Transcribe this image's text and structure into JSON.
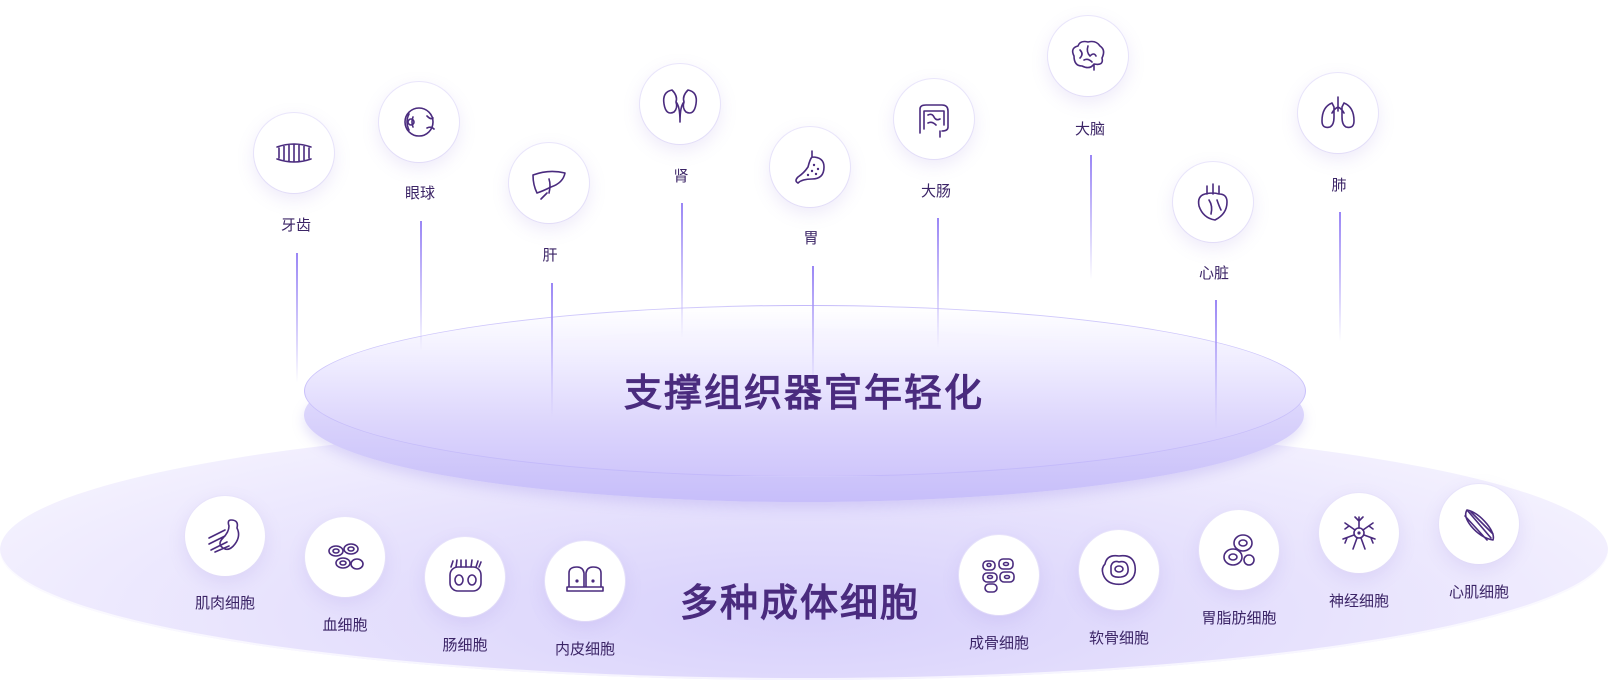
{
  "upper": {
    "title": "支撑组织器官年轻化",
    "organs": [
      {
        "label": "牙齿",
        "icon": "teeth-icon"
      },
      {
        "label": "眼球",
        "icon": "eyeball-icon"
      },
      {
        "label": "肝",
        "icon": "liver-icon"
      },
      {
        "label": "肾",
        "icon": "kidney-icon"
      },
      {
        "label": "胃",
        "icon": "stomach-icon"
      },
      {
        "label": "大肠",
        "icon": "large-intestine-icon"
      },
      {
        "label": "大脑",
        "icon": "brain-icon"
      },
      {
        "label": "心脏",
        "icon": "heart-icon"
      },
      {
        "label": "肺",
        "icon": "lung-icon"
      }
    ]
  },
  "lower": {
    "title": "多种成体细胞",
    "cells": [
      {
        "label": "肌肉细胞",
        "icon": "muscle-cell-icon"
      },
      {
        "label": "血细胞",
        "icon": "blood-cell-icon"
      },
      {
        "label": "肠细胞",
        "icon": "intestinal-cell-icon"
      },
      {
        "label": "内皮细胞",
        "icon": "endothelial-cell-icon"
      },
      {
        "label": "成骨细胞",
        "icon": "osteoblast-icon"
      },
      {
        "label": "软骨细胞",
        "icon": "chondrocyte-icon"
      },
      {
        "label": "胃脂肪细胞",
        "icon": "adipocyte-icon"
      },
      {
        "label": "神经细胞",
        "icon": "neuron-icon"
      },
      {
        "label": "心肌细胞",
        "icon": "cardiomyocyte-icon"
      }
    ]
  },
  "colors": {
    "title": "#4a2b7e",
    "accent": "#9a86f5",
    "base": "#e7e2fd"
  }
}
